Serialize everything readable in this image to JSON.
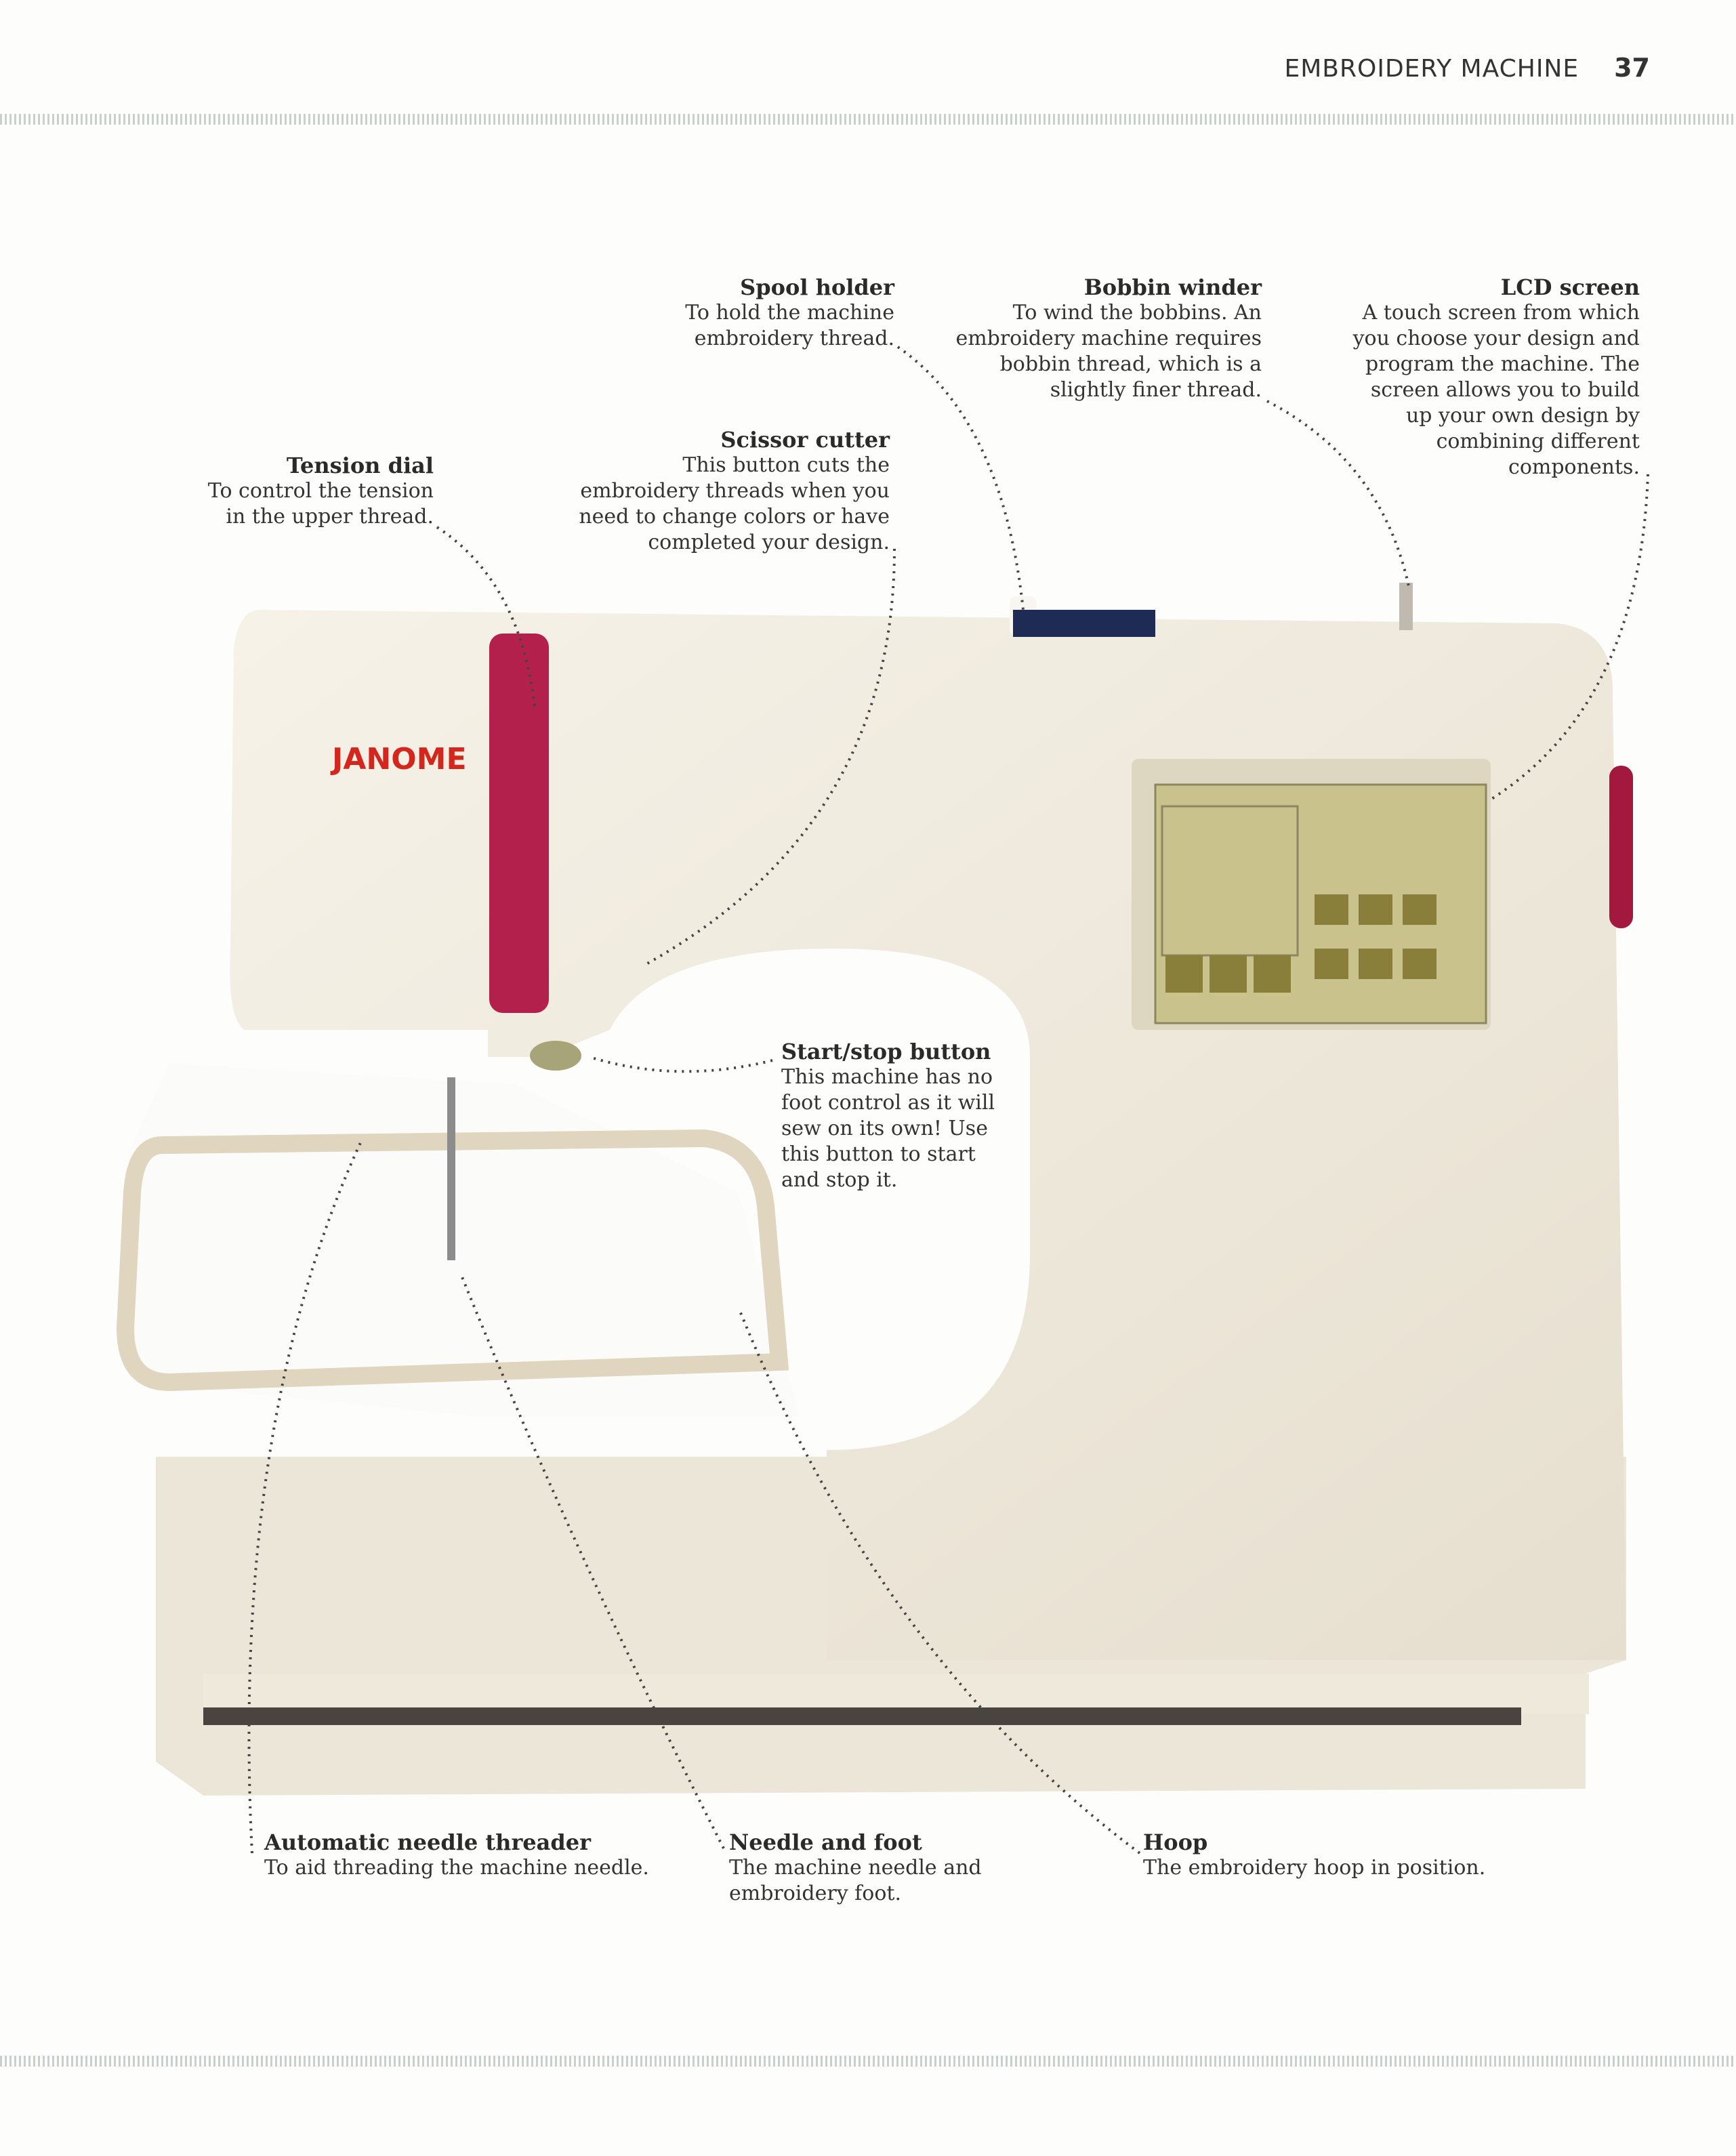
{
  "header": {
    "section": "EMBROIDERY MACHINE",
    "page_number": "37"
  },
  "machine": {
    "brand_logo": "JANOME",
    "accent_color": "#b3204c",
    "lcd_color": "#c9c28c"
  },
  "callouts": [
    {
      "title": "Spool holder",
      "text": "To hold the machine\nembroidery thread."
    },
    {
      "title": "Bobbin winder",
      "text": "To wind the bobbins. An\nembroidery machine requires\nbobbin thread, which is a\nslightly finer thread."
    },
    {
      "title": "LCD screen",
      "text": "A touch screen from which\nyou choose your design and\nprogram the machine. The\nscreen allows you to build\nup your own design by\ncombining different\ncomponents."
    },
    {
      "title": "Tension dial",
      "text": "To control the tension\nin the upper thread."
    },
    {
      "title": "Scissor cutter",
      "text": "This button cuts the\nembroidery threads when you\nneed to change colors or have\ncompleted your design."
    },
    {
      "title": "Start/stop button",
      "text": "This machine has no\nfoot control as it will\nsew on its own! Use\nthis button to start\nand stop it."
    },
    {
      "title": "Automatic needle threader",
      "text": "To aid threading the machine needle."
    },
    {
      "title": "Needle and foot",
      "text": "The machine needle and\nembroidery foot."
    },
    {
      "title": "Hoop",
      "text": "The embroidery hoop in position."
    }
  ]
}
